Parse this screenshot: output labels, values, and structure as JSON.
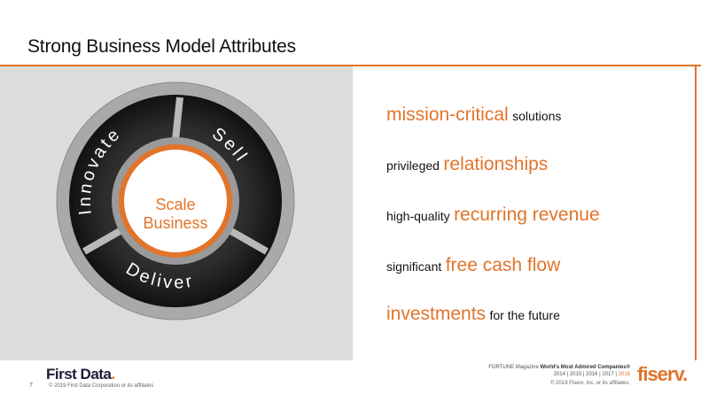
{
  "slide": {
    "title": "Strong Business Model Attributes",
    "page_number": "7"
  },
  "colors": {
    "accent": "#e2742a",
    "panel_gray": "#dcdcdc",
    "dark_segment": "#2a2a2a"
  },
  "cycle": {
    "segments": [
      "Innovate",
      "Sell",
      "Deliver"
    ],
    "center_line1": "Scale",
    "center_line2": "Business"
  },
  "attributes": [
    {
      "highlight": "mission-critical",
      "normal": "solutions",
      "order": "hl-first"
    },
    {
      "normal": "privileged",
      "highlight": "relationships",
      "order": "normal-first"
    },
    {
      "normal": "high-quality",
      "highlight": "recurring revenue",
      "order": "normal-first"
    },
    {
      "normal": "significant",
      "highlight": "free cash flow",
      "order": "normal-first"
    },
    {
      "highlight": "investments",
      "normal": "for the future",
      "order": "hl-first"
    }
  ],
  "footer": {
    "first_data_logo": "First Data",
    "first_data_copyright": "© 2019 First Data Corporation or its affiliates",
    "fortune_prefix": "FORTUNE Magazine",
    "fortune_bold": "World's Most Admired Companies®",
    "years": [
      "2014",
      "2015",
      "2016",
      "2017",
      "2018"
    ],
    "fiserv_copyright": "© 2019 Fiserv, Inc. or its affiliates.",
    "fiserv_logo": "fiserv."
  }
}
